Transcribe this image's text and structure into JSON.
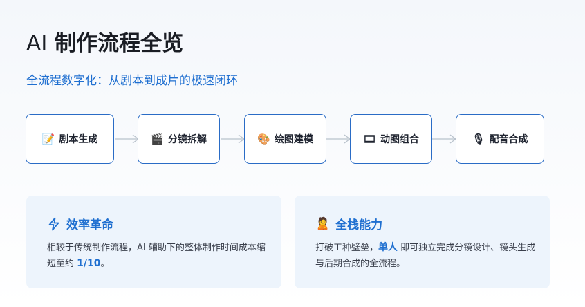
{
  "header": {
    "title_ai": "AI",
    "title_rest": "制作流程全览",
    "subtitle": "全流程数字化：从剧本到成片的极速闭环"
  },
  "flow": {
    "steps": [
      {
        "icon": "📝",
        "icon_name": "memo-icon",
        "label": "剧本生成"
      },
      {
        "icon": "🎬",
        "icon_name": "clapper-icon",
        "label": "分镜拆解"
      },
      {
        "icon": "🎨",
        "icon_name": "palette-icon",
        "label": "绘图建模"
      },
      {
        "icon": "🎞",
        "icon_name": "film-icon",
        "label": "动图组合"
      },
      {
        "icon": "🎙",
        "icon_name": "microphone-icon",
        "label": "配音合成"
      }
    ]
  },
  "cards": [
    {
      "icon_name": "lightning-icon",
      "title": "效率革命",
      "body_prefix": "相较于传统制作流程，AI 辅助下的整体制作时间成本缩短至约 ",
      "highlight": "1/10",
      "body_suffix": "。"
    },
    {
      "icon": "🙎",
      "icon_name": "person-icon",
      "title": "全栈能力",
      "body_prefix": "打破工种壁垒，",
      "highlight": "单人",
      "body_suffix": " 即可独立完成分镜设计、镜头生成与后期合成的全流程。"
    }
  ],
  "colors": {
    "accent": "#1f6fd0",
    "step_border": "#2a6cc6",
    "card_bg": "#edf4fc",
    "arrow": "#b9c2cc"
  }
}
